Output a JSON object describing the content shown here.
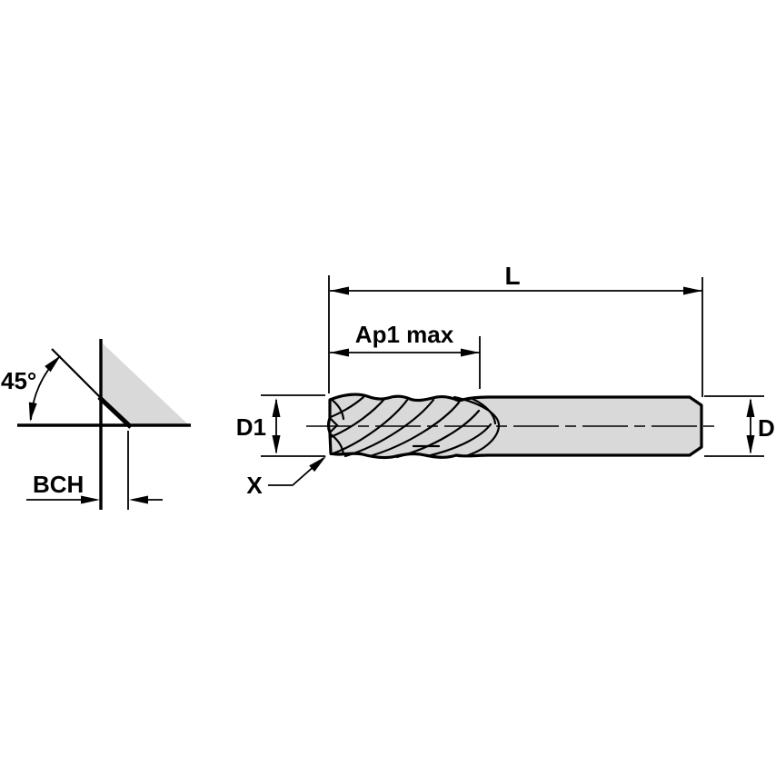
{
  "drawing": {
    "title": "end-mill-dimension-drawing",
    "colors": {
      "background": "#ffffff",
      "line": "#000000",
      "body_fill": "#d9d9d9"
    },
    "labels": {
      "chamfer_angle": "45°",
      "chamfer_width": "BCH",
      "overall_length": "L",
      "max_cutting_depth": "Ap1 max",
      "cutting_diameter": "D1",
      "shank_diameter": "D",
      "corner_callout": "X"
    }
  }
}
